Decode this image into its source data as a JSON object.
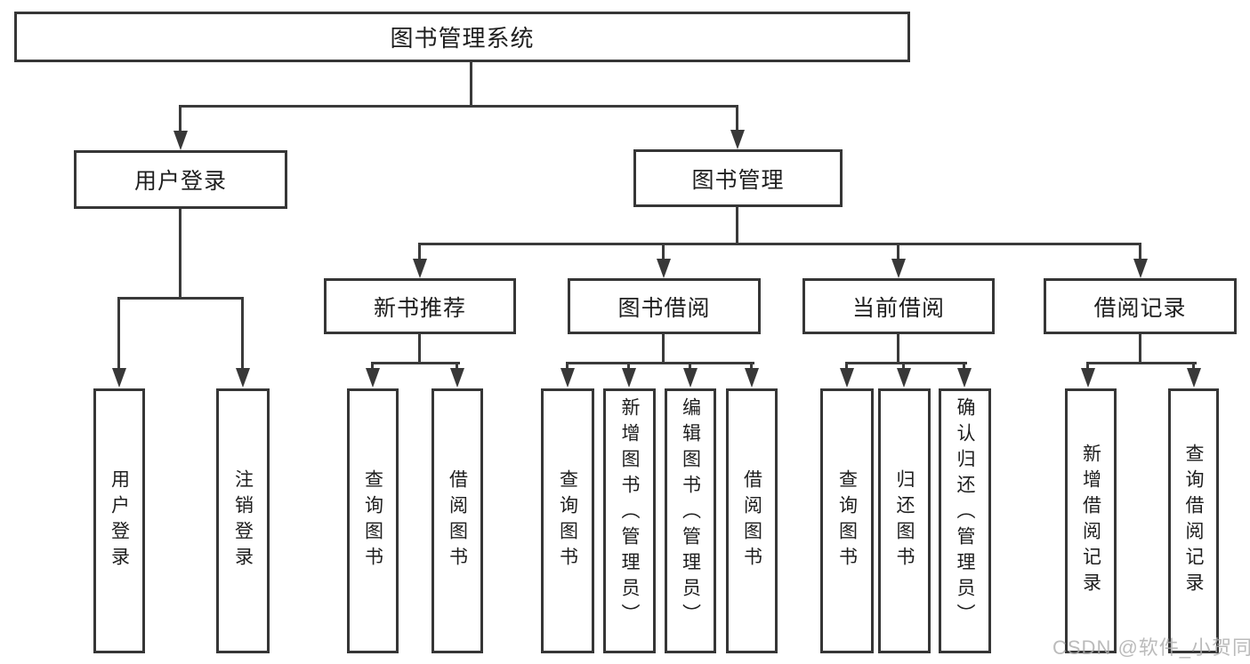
{
  "diagram_title": "图书管理系统",
  "watermark": "CSDN @软件_小贺同学",
  "colors": {
    "background": "#ffffff",
    "box_fill": "#ffffff",
    "box_border": "#363636",
    "connector_line": "#3a3a3a",
    "arrow": "#383838",
    "text": "#1e1e1e",
    "watermark_text": "#acacac"
  },
  "nodes": {
    "root": {
      "label": "图书管理系统"
    },
    "level2": [
      {
        "label": "用户登录"
      },
      {
        "label": "图书管理"
      }
    ],
    "level3": [
      {
        "label": "新书推荐",
        "parent": "图书管理"
      },
      {
        "label": "图书借阅",
        "parent": "图书管理"
      },
      {
        "label": "当前借阅",
        "parent": "图书管理"
      },
      {
        "label": "借阅记录",
        "parent": "图书管理"
      }
    ],
    "leaves": [
      {
        "label": "用户登录",
        "parent": "用户登录"
      },
      {
        "label": "注销登录",
        "parent": "用户登录"
      },
      {
        "label": "查询图书",
        "parent": "新书推荐"
      },
      {
        "label": "借阅图书",
        "parent": "新书推荐"
      },
      {
        "label": "查询图书",
        "parent": "图书借阅"
      },
      {
        "label": "新增图书（管理员）",
        "parent": "图书借阅"
      },
      {
        "label": "编辑图书（管理员）",
        "parent": "图书借阅"
      },
      {
        "label": "借阅图书",
        "parent": "图书借阅"
      },
      {
        "label": "查询图书",
        "parent": "当前借阅"
      },
      {
        "label": "归还图书",
        "parent": "当前借阅"
      },
      {
        "label": "确认归还（管理员）",
        "parent": "当前借阅"
      },
      {
        "label": "新增借阅记录",
        "parent": "借阅记录"
      },
      {
        "label": "查询借阅记录",
        "parent": "借阅记录"
      }
    ]
  }
}
